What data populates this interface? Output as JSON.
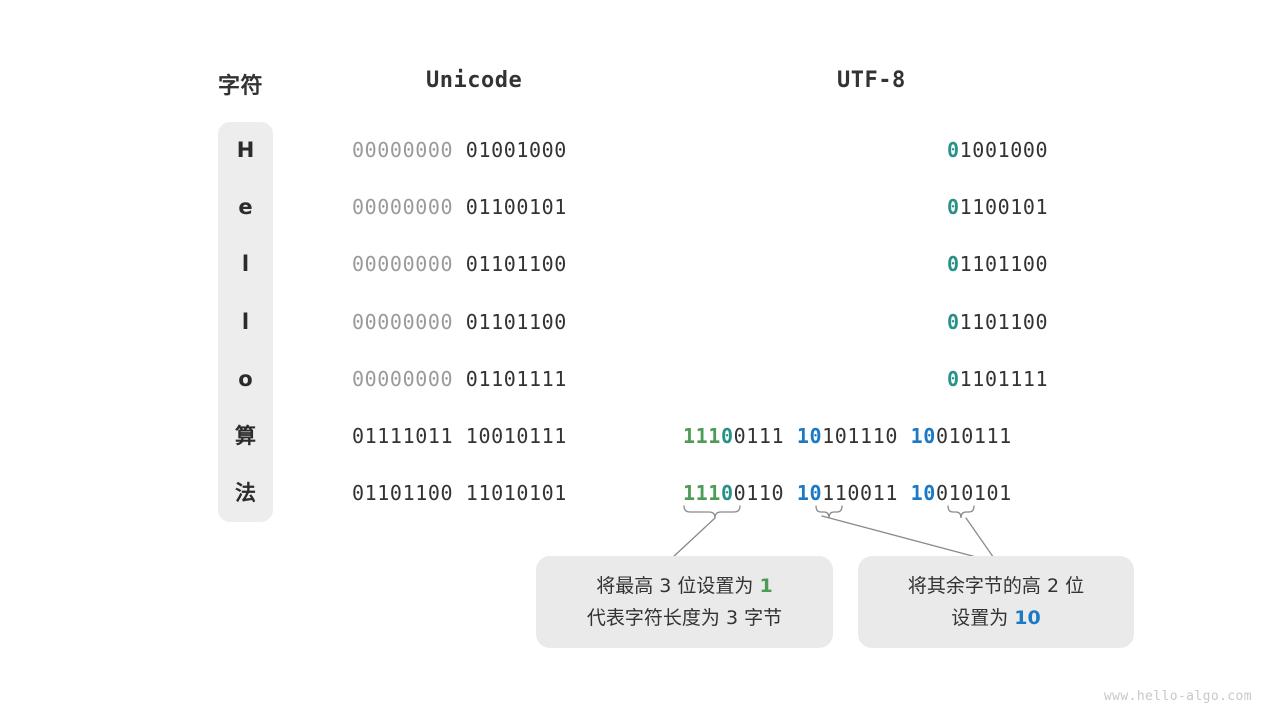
{
  "headers": {
    "character": "字符",
    "unicode": "Unicode",
    "utf8": "UTF-8"
  },
  "rows": [
    {
      "char": "H",
      "unicode_high": "00000000",
      "unicode_low": "01001000",
      "utf8_kind": "single",
      "utf8_marker": "0",
      "utf8_rest": "1001000"
    },
    {
      "char": "e",
      "unicode_high": "00000000",
      "unicode_low": "01100101",
      "utf8_kind": "single",
      "utf8_marker": "0",
      "utf8_rest": "1100101"
    },
    {
      "char": "l",
      "unicode_high": "00000000",
      "unicode_low": "01101100",
      "utf8_kind": "single",
      "utf8_marker": "0",
      "utf8_rest": "1101100"
    },
    {
      "char": "l",
      "unicode_high": "00000000",
      "unicode_low": "01101100",
      "utf8_kind": "single",
      "utf8_marker": "0",
      "utf8_rest": "1101100"
    },
    {
      "char": "o",
      "unicode_high": "00000000",
      "unicode_low": "01101111",
      "utf8_kind": "single",
      "utf8_marker": "0",
      "utf8_rest": "1101111"
    },
    {
      "char": "算",
      "unicode_high": "01111011",
      "unicode_low": "10010111",
      "utf8_kind": "multi",
      "b1_green": "111",
      "b1_teal": "0",
      "b1_rest": "0111",
      "b2_blue": "10",
      "b2_rest": "101110",
      "b3_blue": "10",
      "b3_rest": "010111"
    },
    {
      "char": "法",
      "unicode_high": "01101100",
      "unicode_low": "11010101",
      "utf8_kind": "multi",
      "b1_green": "111",
      "b1_teal": "0",
      "b1_rest": "0110",
      "b2_blue": "10",
      "b2_rest": "110011",
      "b3_blue": "10",
      "b3_rest": "010101"
    }
  ],
  "callouts": {
    "first": {
      "line1_pre": "将最高 3 位设置为 ",
      "line1_key": "1",
      "line2": "代表字符长度为 3 字节"
    },
    "second": {
      "line1": "将其余字节的高 2 位",
      "line2_pre": "设置为 ",
      "line2_key": "10"
    }
  },
  "watermark": "www.hello-algo.com",
  "colors": {
    "green": "#4d9b55",
    "teal": "#2a9187",
    "blue": "#1c79c6",
    "dim": "#9a9a9a",
    "text": "#333333",
    "pill": "#ededed",
    "callout_bg": "#eaeaea"
  }
}
